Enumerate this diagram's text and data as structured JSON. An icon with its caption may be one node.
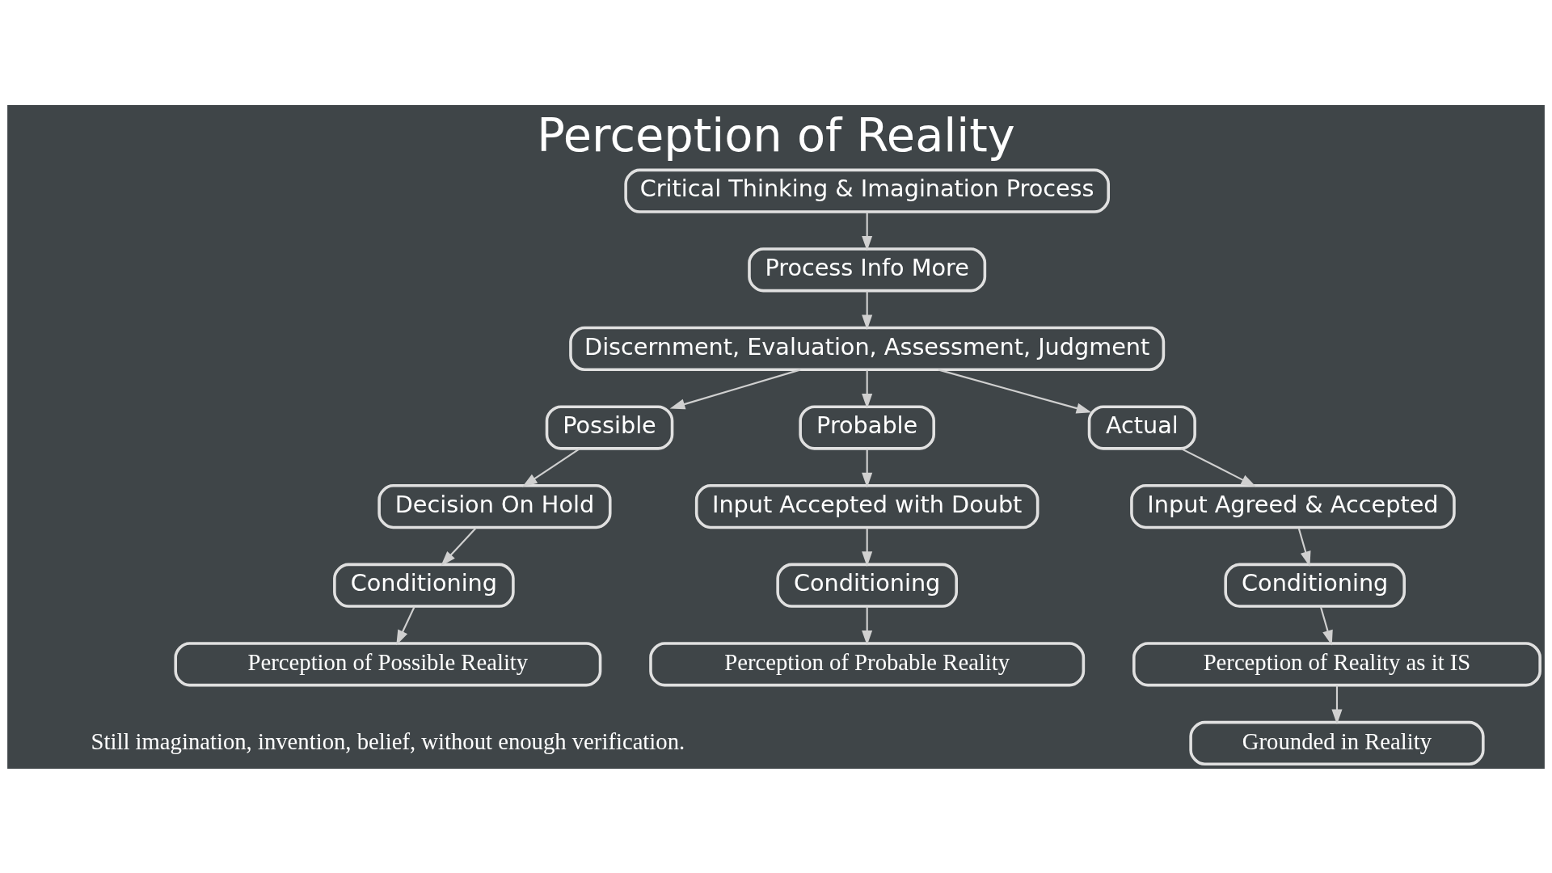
{
  "diagram": {
    "title": "Perception of Reality",
    "nodes": [
      {
        "text": [
          "Critical Thinking & Imagination Process"
        ]
      },
      {
        "text": [
          "Process Info More"
        ]
      },
      {
        "text": [
          "Discernment, Evaluation, Assessment, Judgment"
        ]
      },
      {
        "text": [
          "Possible"
        ]
      },
      {
        "text": [
          "Probable"
        ]
      },
      {
        "text": [
          "Actual"
        ]
      },
      {
        "text": [
          "Decision On Hold"
        ]
      },
      {
        "text": [
          "Input Accepted with Doubt"
        ]
      },
      {
        "text": [
          "Input Agreed & Accepted"
        ]
      },
      {
        "text": [
          "Conditioning"
        ]
      },
      {
        "text": [
          "Conditioning"
        ]
      },
      {
        "text": [
          "Conditioning"
        ]
      },
      {
        "text": [
          "Perception of Possible Reality"
        ]
      },
      {
        "text": [
          "Perception of Probable Reality"
        ]
      },
      {
        "text": [
          "Perception of Reality as it IS"
        ]
      },
      {
        "text": [
          "Grounded in Reality"
        ]
      }
    ],
    "edges": [
      {
        "from": 0,
        "to": 1,
        "arrow": "to"
      },
      {
        "from": 1,
        "to": 2,
        "arrow": "to"
      },
      {
        "from": 2,
        "to": 3,
        "arrow": "to"
      },
      {
        "from": 2,
        "to": 4,
        "arrow": "to"
      },
      {
        "from": 2,
        "to": 5,
        "arrow": "to"
      },
      {
        "from": 3,
        "to": 6,
        "arrow": "to"
      },
      {
        "from": 6,
        "to": 9,
        "arrow": "to"
      },
      {
        "from": 9,
        "to": 12,
        "arrow": "to"
      },
      {
        "from": 4,
        "to": 7,
        "arrow": "to"
      },
      {
        "from": 7,
        "to": 10,
        "arrow": "to"
      },
      {
        "from": 10,
        "to": 13,
        "arrow": "to"
      },
      {
        "from": 5,
        "to": 8,
        "arrow": "to"
      },
      {
        "from": 8,
        "to": 11,
        "arrow": "to"
      },
      {
        "from": 11,
        "to": 14,
        "arrow": "to"
      },
      {
        "from": 14,
        "to": 15,
        "arrow": "to"
      }
    ],
    "labels": [
      "Still imagination, invention, belief, without enough verification."
    ]
  }
}
